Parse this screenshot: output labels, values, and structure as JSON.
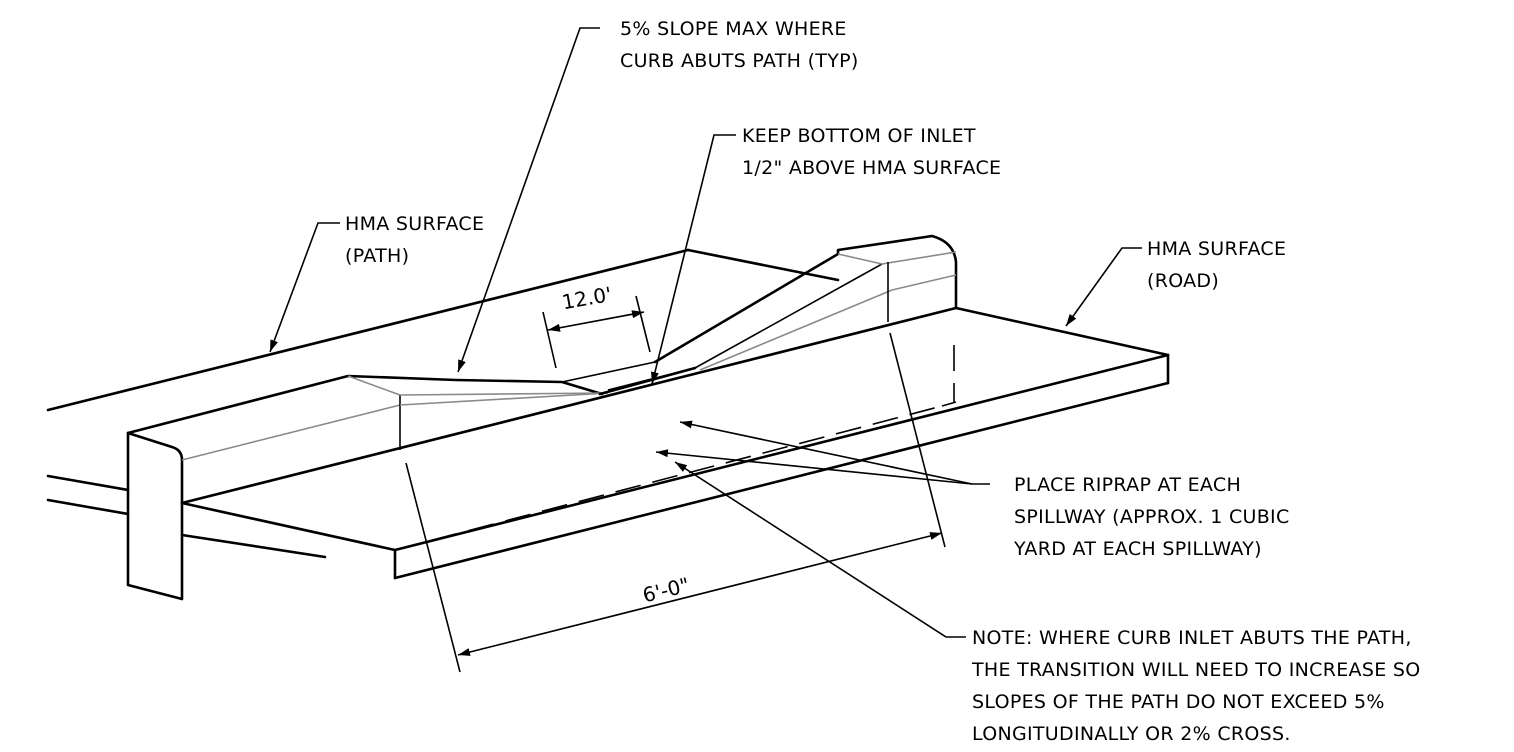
{
  "labels": {
    "slope_max": [
      "5% SLOPE MAX WHERE",
      "CURB ABUTS PATH (TYP)"
    ],
    "keep_inlet": [
      "KEEP BOTTOM OF INLET",
      "1/2\" ABOVE HMA SURFACE"
    ],
    "hma_path": [
      "HMA SURFACE",
      "(PATH)"
    ],
    "hma_road": [
      "HMA SURFACE",
      "(ROAD)"
    ],
    "riprap": [
      "PLACE RIPRAP AT EACH",
      "SPILLWAY (APPROX. 1 CUBIC",
      "YARD AT EACH SPILLWAY)"
    ],
    "note": [
      "NOTE: WHERE CURB INLET ABUTS THE PATH,",
      "THE TRANSITION WILL NEED TO INCREASE SO",
      "SLOPES OF THE PATH DO NOT EXCEED 5%",
      "LONGITUDINALLY OR 2% CROSS."
    ]
  },
  "dimensions": {
    "opening_length": "12.0'",
    "riprap_width": "6'-0\""
  },
  "colors": {
    "line": "#000000",
    "hidden_line": "#8a8a8a",
    "background": "#ffffff"
  }
}
